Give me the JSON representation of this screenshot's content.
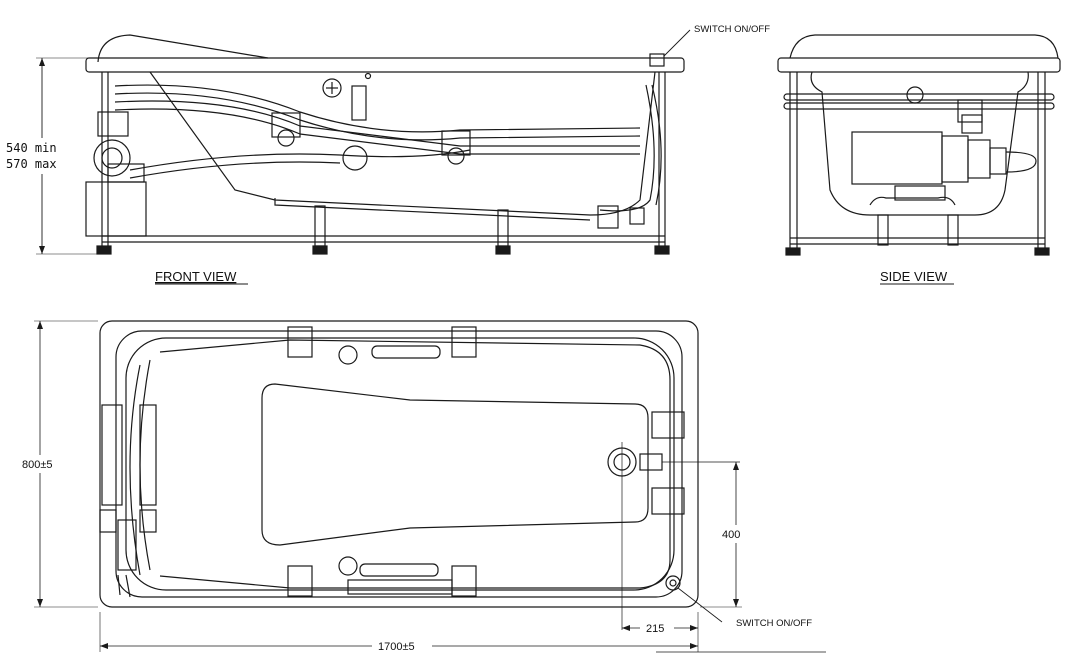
{
  "views": {
    "front": "FRONT VIEW",
    "side": "SIDE VIEW"
  },
  "dimensions": {
    "height_min": "540 min",
    "height_max": "570 max",
    "width": "800±5",
    "length": "1700±5",
    "switch_offset_y": "400",
    "switch_offset_x": "215"
  },
  "annotations": {
    "switch_top": "SWITCH ON/OFF",
    "switch_plan": "SWITCH ON/OFF"
  },
  "colors": {
    "line": "#1a1a1a",
    "background": "#ffffff"
  }
}
